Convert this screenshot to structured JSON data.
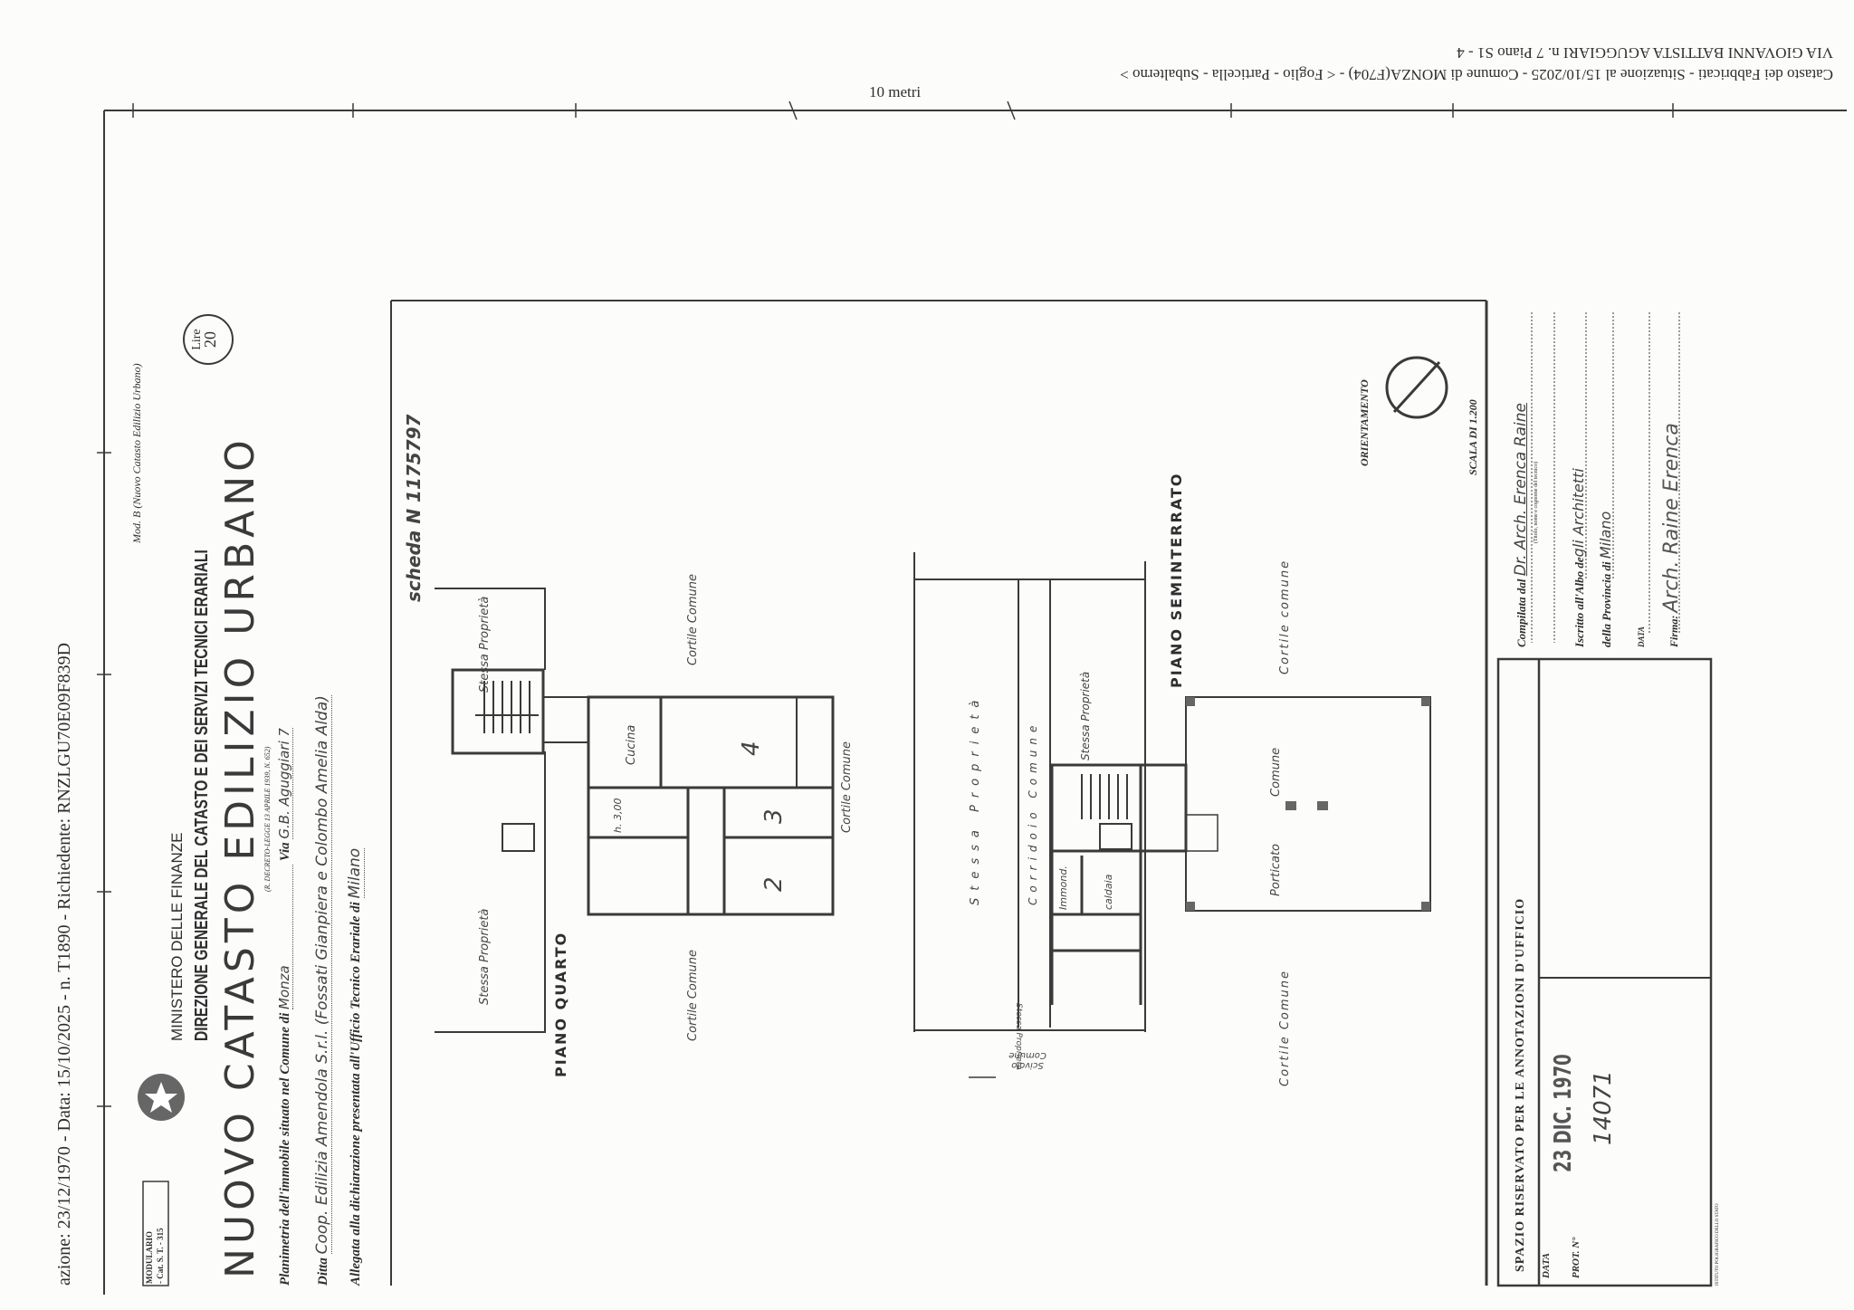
{
  "header_strip": {
    "line1": "Catasto dei Fabbricati - Situazione al 15/10/2025 - Comune di MONZA(F704) - < Foglio  - Particella  - Subalterno  >",
    "line2": "VIA GIOVANNI BATTISTA AGUGGIARI n. 7 Piano S1 - 4",
    "scale_label": "10 metri"
  },
  "side_strip": "azione: 23/12/1970 - Data: 15/10/2025 - n. T1890 - Richiedente: RNZLGU70E09F839D",
  "form": {
    "modulario": "MODULARIO",
    "modulario_sub": "- Cat. S. T. - 315",
    "model": "Mod. B (Nuovo Catasto Edilizio Urbano)",
    "ministry": "MINISTERO DELLE FINANZE",
    "direction": "DIREZIONE GENERALE DEL CATASTO E DEI SERVIZI TECNICI ERARIALI",
    "title": "NUOVO CATASTO EDILIZIO URBANO",
    "decree": "(R. DECRETO-LEGGE 13 APRILE 1939, N. 652)",
    "price_top": "Lire",
    "price_value": "20",
    "planimetria_label": "Planimetria dell'immobile situato nel Comune di",
    "comune": "Monza",
    "via_label": "Via",
    "via": "G.B. Aguggiari 7",
    "ditta_label": "Ditta",
    "ditta": "Coop. Edilizia Amendola S.r.l. (Fossati Gianpiera e Colombo Amelia Alda)",
    "allegata_label": "Allegata alla dichiarazione presentata all'Ufficio Tecnico Erariale di",
    "ufficio": "Milano"
  },
  "drawing": {
    "scheda": "scheda N 1175797",
    "piano_quarto": {
      "title": "PIANO QUARTO",
      "labels": [
        "Stessa Proprietà",
        "Stessa Proprietà",
        "Cortile Comune",
        "Cortile Comune",
        "Cortile Comune",
        "Cucina",
        "h. 3,00",
        "4",
        "3",
        "2"
      ]
    },
    "piano_seminterrato": {
      "title": "PIANO SEMINTERRATO",
      "labels": [
        "Stessa Proprietà",
        "Corridoio Comune",
        "Stessa Proprietà",
        "Immond.",
        "caldaia",
        "Porticato",
        "Comune",
        "Cortile comune",
        "Cortile Comune",
        "Stessa Proprietà",
        "Scivolo Comune"
      ]
    },
    "orientamento": "ORIENTAMENTO",
    "scala": "SCALA DI 1.200"
  },
  "compiler": {
    "compilata_label": "Compilata dal",
    "compilata": "Dr. Arch. Erenca Raine",
    "compilata_hint": "(Titolo, nome e cognome del tecnico)",
    "iscritto_label": "Iscritto all'Albo de",
    "albo": "gli Architetti",
    "provincia_label": "della Provincia di",
    "provincia": "Milano",
    "data_label": "DATA",
    "firma_label": "Firma:",
    "firma": "Arch. Raine Erenca"
  },
  "office": {
    "title": "SPAZIO RISERVATO PER LE ANNOTAZIONI D'UFFICIO",
    "data_label": "DATA",
    "data_value": "23 DIC. 1970",
    "prot_label": "PROT. N°",
    "prot_value": "14071",
    "printer": "ISTITUTO POLIGRAFICO DELLO STATO"
  }
}
